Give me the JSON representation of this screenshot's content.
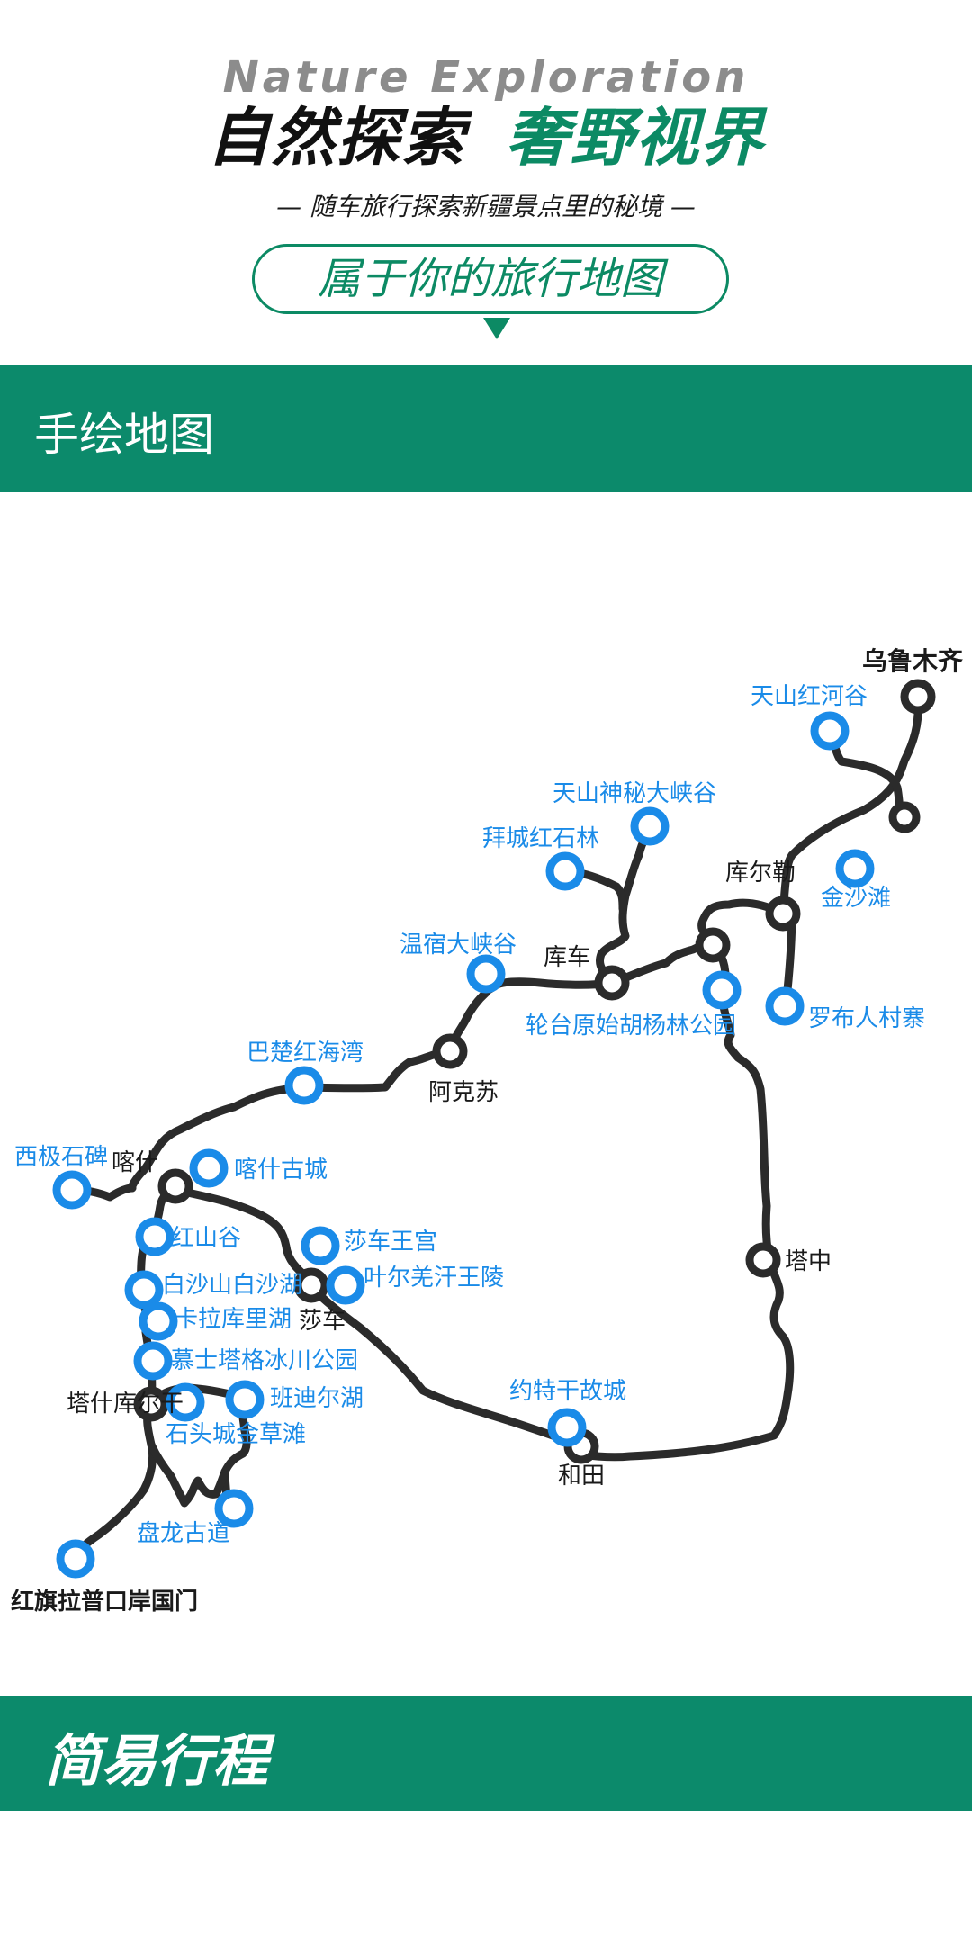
{
  "header": {
    "en_title": "Nature Exploration",
    "cn_title_part1": "自然探索",
    "cn_title_part2": "奢野视界",
    "subtitle": "— 随车旅行探索新疆景点里的秘境 —",
    "pill_label": "属于你的旅行地图"
  },
  "sections": {
    "map_heading": "手绘地图",
    "itinerary_heading": "简易行程"
  },
  "colors": {
    "brand_green": "#0c8a6b",
    "route_line": "#2b2b2b",
    "attraction_blue": "#1a8be8",
    "label_blue": "#1a8be8"
  },
  "map": {
    "cities": {
      "urumqi": "乌鲁木齐",
      "korla": "库尔勒",
      "kuqa": "库车",
      "aksu": "阿克苏",
      "kashgar": "喀什",
      "shache": "莎车",
      "tashkurgan": "塔什库尔干",
      "hotan": "和田",
      "tazhong": "塔中",
      "hongqilapu": "红旗拉普口岸国门"
    },
    "attractions": {
      "tianshan_honghe": "天山红河谷",
      "tianshan_shenmi": "天山神秘大峡谷",
      "baicheng_hongshilin": "拜城红石林",
      "jinshatan": "金沙滩",
      "luobu": "罗布人村寨",
      "luntai": "轮台原始胡杨林公园",
      "wensu": "温宿大峡谷",
      "bachu": "巴楚红海湾",
      "xiji": "西极石碑",
      "kashgar_old_city": "喀什古城",
      "hongshangu": "红山谷",
      "baishashan": "白沙山白沙湖",
      "karakul": "卡拉库里湖",
      "muztagh": "慕士塔格冰川公园",
      "shitoucheng": "石头城金草滩",
      "bandier": "班迪尔湖",
      "panlong": "盘龙古道",
      "shache_palace": "莎车王宫",
      "yierqiang": "叶尔羌汗王陵",
      "yuetegan": "约特干故城"
    }
  }
}
